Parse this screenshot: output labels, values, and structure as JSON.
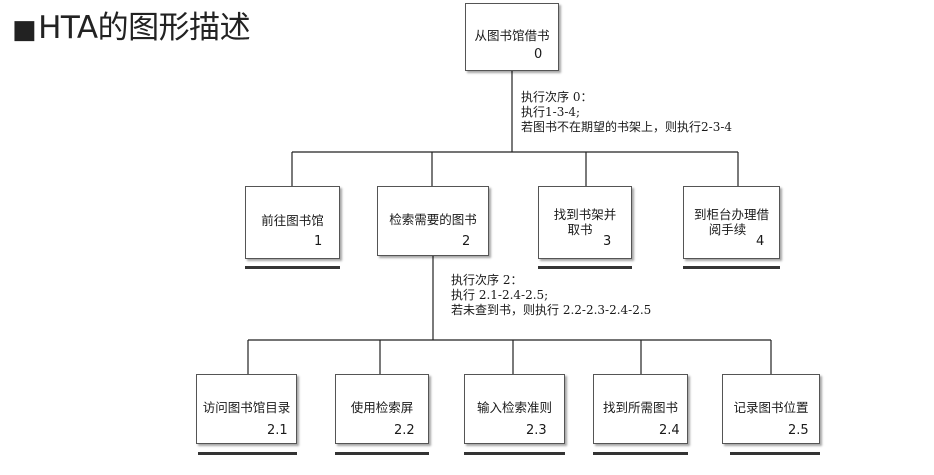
{
  "title": {
    "bullet": "■",
    "text": "HTA的图形描述"
  },
  "root": {
    "label": "从图书馆借书",
    "num": "0"
  },
  "plan0": [
    "执行次序 0：",
    "执行1-3-4;",
    "若图书不在期望的书架上，则执行2-3-4"
  ],
  "level1": [
    {
      "label": "前往图书馆",
      "num": "1"
    },
    {
      "label": "检索需要的图书",
      "num": "2"
    },
    {
      "label": "找到书架并",
      "label2": "取书",
      "num": "3"
    },
    {
      "label": "到柜台办理借",
      "label2": "阅手续",
      "num": "4"
    }
  ],
  "plan2": [
    "执行次序 2：",
    "执行 2.1-2.4-2.5;",
    "若未查到书，则执行 2.2-2.3-2.4-2.5"
  ],
  "level2": [
    {
      "label": "访问图书馆目录",
      "num": "2.1"
    },
    {
      "label": "使用检索屏",
      "num": "2.2"
    },
    {
      "label": "输入检索准则",
      "num": "2.3"
    },
    {
      "label": "找到所需图书",
      "num": "2.4"
    },
    {
      "label": "记录图书位置",
      "num": "2.5"
    }
  ]
}
